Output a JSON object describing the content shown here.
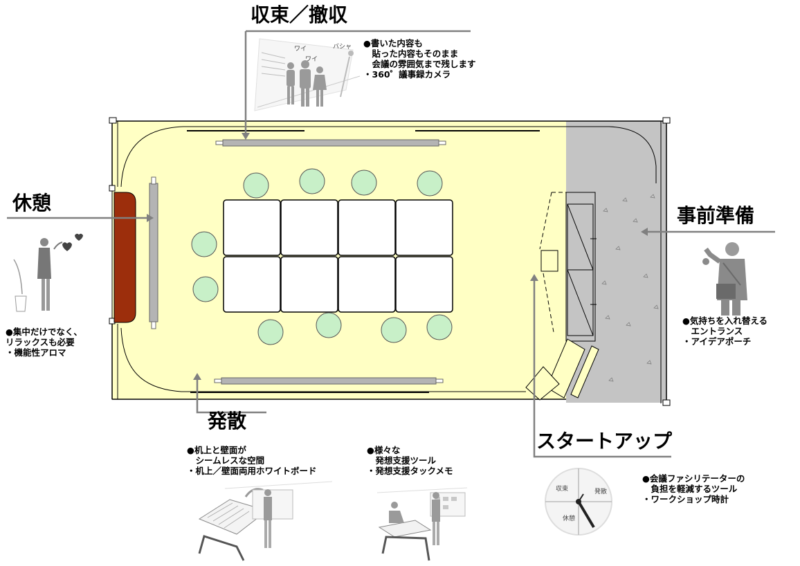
{
  "labels": {
    "converge": "収束／撤収",
    "rest": "休憩",
    "prep": "事前準備",
    "diverge": "発散",
    "startup": "スタートアップ"
  },
  "notes": {
    "converge": [
      "●書いた内容も",
      "　貼った内容もそのまま",
      "　会議の雰囲気まで残します",
      "・360゜議事録カメラ"
    ],
    "rest": [
      "●集中だけでなく、",
      "リラックスも必要",
      "・機能性アロマ"
    ],
    "prep": [
      "●気持ちを入れ替える",
      "　エントランス",
      "・アイデアポーチ"
    ],
    "diverge1": [
      "●机上と壁面が",
      "　シームレスな空間",
      "・机上／壁面両用ホワイトボード"
    ],
    "diverge2": [
      "●様々な",
      "　発想支援ツール",
      "・発想支援タックメモ"
    ],
    "startup": [
      "●会議ファシリテーターの",
      "　負担を軽減するツール",
      "・ワークショップ時計"
    ]
  },
  "camera_sketch": {
    "sounds": [
      "ワイ",
      "ワイ",
      "バシャ"
    ]
  },
  "clock": {
    "quadrants": [
      "収束",
      "発散",
      "休憩"
    ]
  },
  "colors": {
    "room_floor": "#ffffc4",
    "entrance_floor": "#c4c4c4",
    "chair": "#c8f0c8",
    "whiteboard": "#b4b4b4",
    "sofa": "#9c2e0c",
    "pointer": "#808080"
  }
}
